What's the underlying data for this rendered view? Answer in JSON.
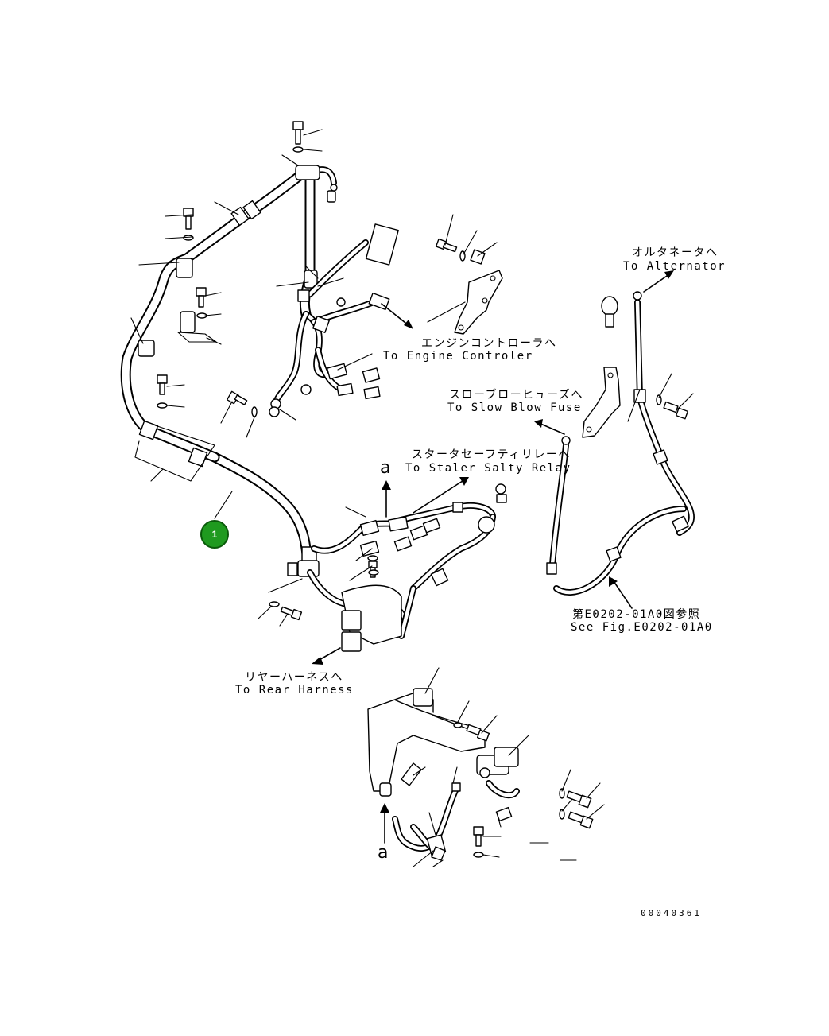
{
  "diagram": {
    "callouts": {
      "engine_controller_jp": "エンジンコントローラへ",
      "engine_controller_en": "To Engine Controler",
      "alternator_jp": "オルタネータへ",
      "alternator_en": "To Alternator",
      "slow_blow_fuse_jp": "スローブローヒューズへ",
      "slow_blow_fuse_en": "To Slow Blow Fuse",
      "starter_safety_relay_jp": "スタータセーフティリレーへ",
      "starter_safety_relay_en": "To Staler Salty Relay",
      "see_fig_jp": "第E0202-01A0図参照",
      "see_fig_en": "See Fig.E0202-01A0",
      "rear_harness_jp": "リヤーハーネスへ",
      "rear_harness_en": "To Rear Harness"
    },
    "section_marker_top": "a",
    "section_marker_bottom": "a",
    "part_badge": "1",
    "drawing_number": "00040361",
    "badge_color": "#1f9a1f"
  }
}
